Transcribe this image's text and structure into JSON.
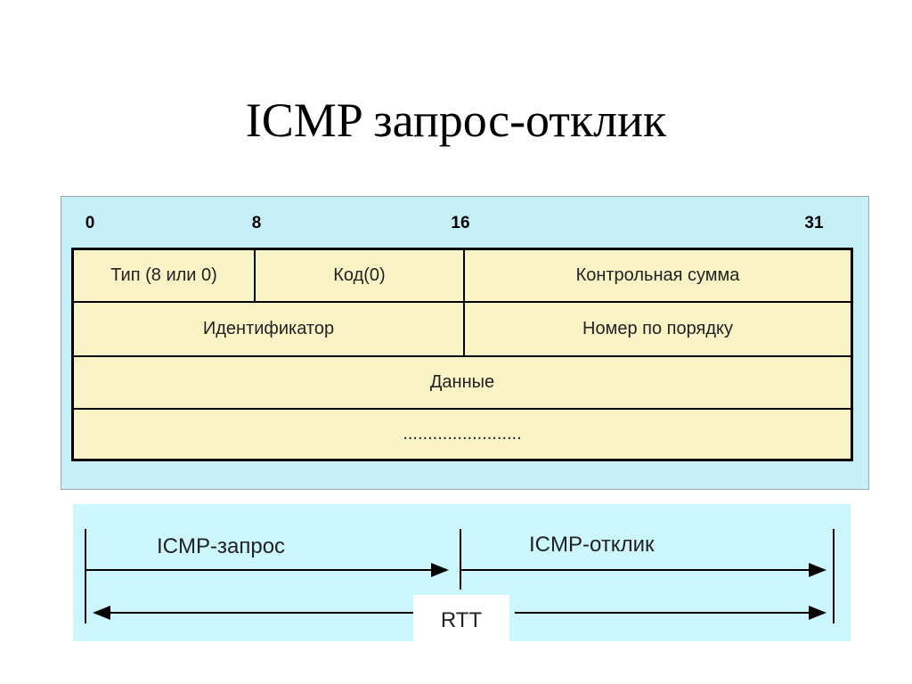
{
  "title": "ICMP запрос-отклик",
  "packet": {
    "bit_positions": [
      "0",
      "8",
      "16",
      "31"
    ],
    "fields": {
      "type": "Тип (8 или 0)",
      "code": "Код(0)",
      "checksum": "Контрольная сумма",
      "identifier": "Идентификатор",
      "sequence": "Номер по порядку",
      "data": "Данные",
      "ellipsis": "........................"
    }
  },
  "timeline": {
    "request_label": "ICMP-запрос",
    "reply_label": "ICMP-отклик",
    "rtt_label": "RTT"
  },
  "colors": {
    "panel": "#c7eff8",
    "packet_fill": "#f9f3c6",
    "timeline_panel": "#ccf7fe"
  }
}
